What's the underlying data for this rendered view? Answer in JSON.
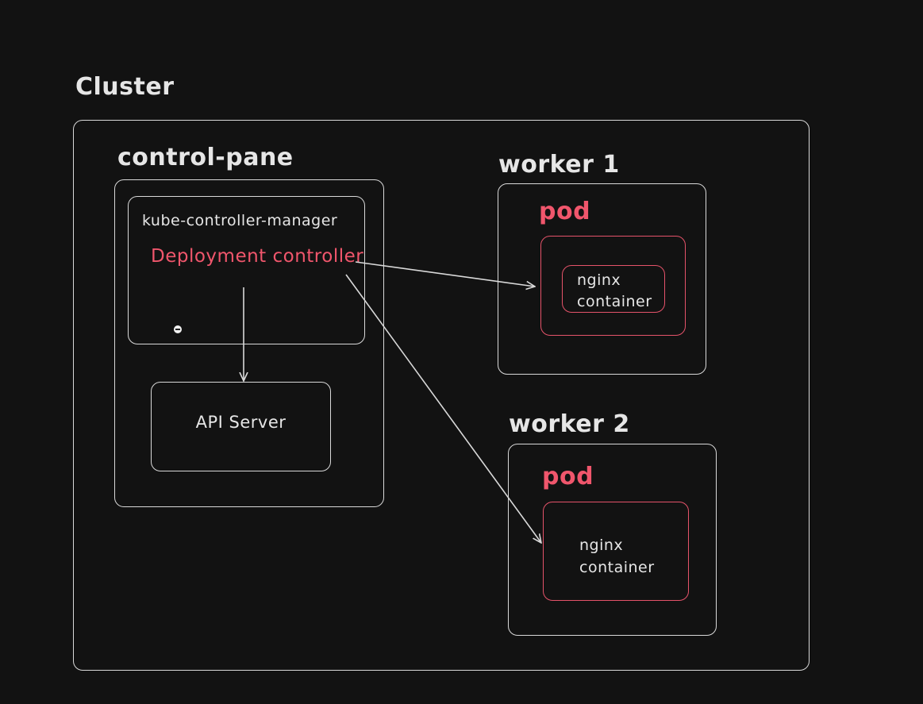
{
  "nodes": {
    "cluster": {
      "label": "Cluster"
    },
    "control_plane": {
      "label": "control-pane"
    },
    "kube_controller_manager": {
      "label": "kube-controller-manager"
    },
    "deployment_controller": {
      "label": "Deployment controller"
    },
    "api_server": {
      "label": "API Server"
    },
    "worker1": {
      "label": "worker 1",
      "pod_label": "pod",
      "container_line1": "nginx",
      "container_line2": "container"
    },
    "worker2": {
      "label": "worker 2",
      "pod_label": "pod",
      "container_line1": "nginx",
      "container_line2": "container"
    }
  },
  "edges": [
    {
      "from": "deployment_controller",
      "to": "api_server"
    },
    {
      "from": "deployment_controller",
      "to": "worker1.pod.container"
    },
    {
      "from": "deployment_controller",
      "to": "worker2.pod.container"
    }
  ],
  "colors": {
    "background": "#121212",
    "line": "#d9d9d9",
    "accent": "#f0566c"
  }
}
